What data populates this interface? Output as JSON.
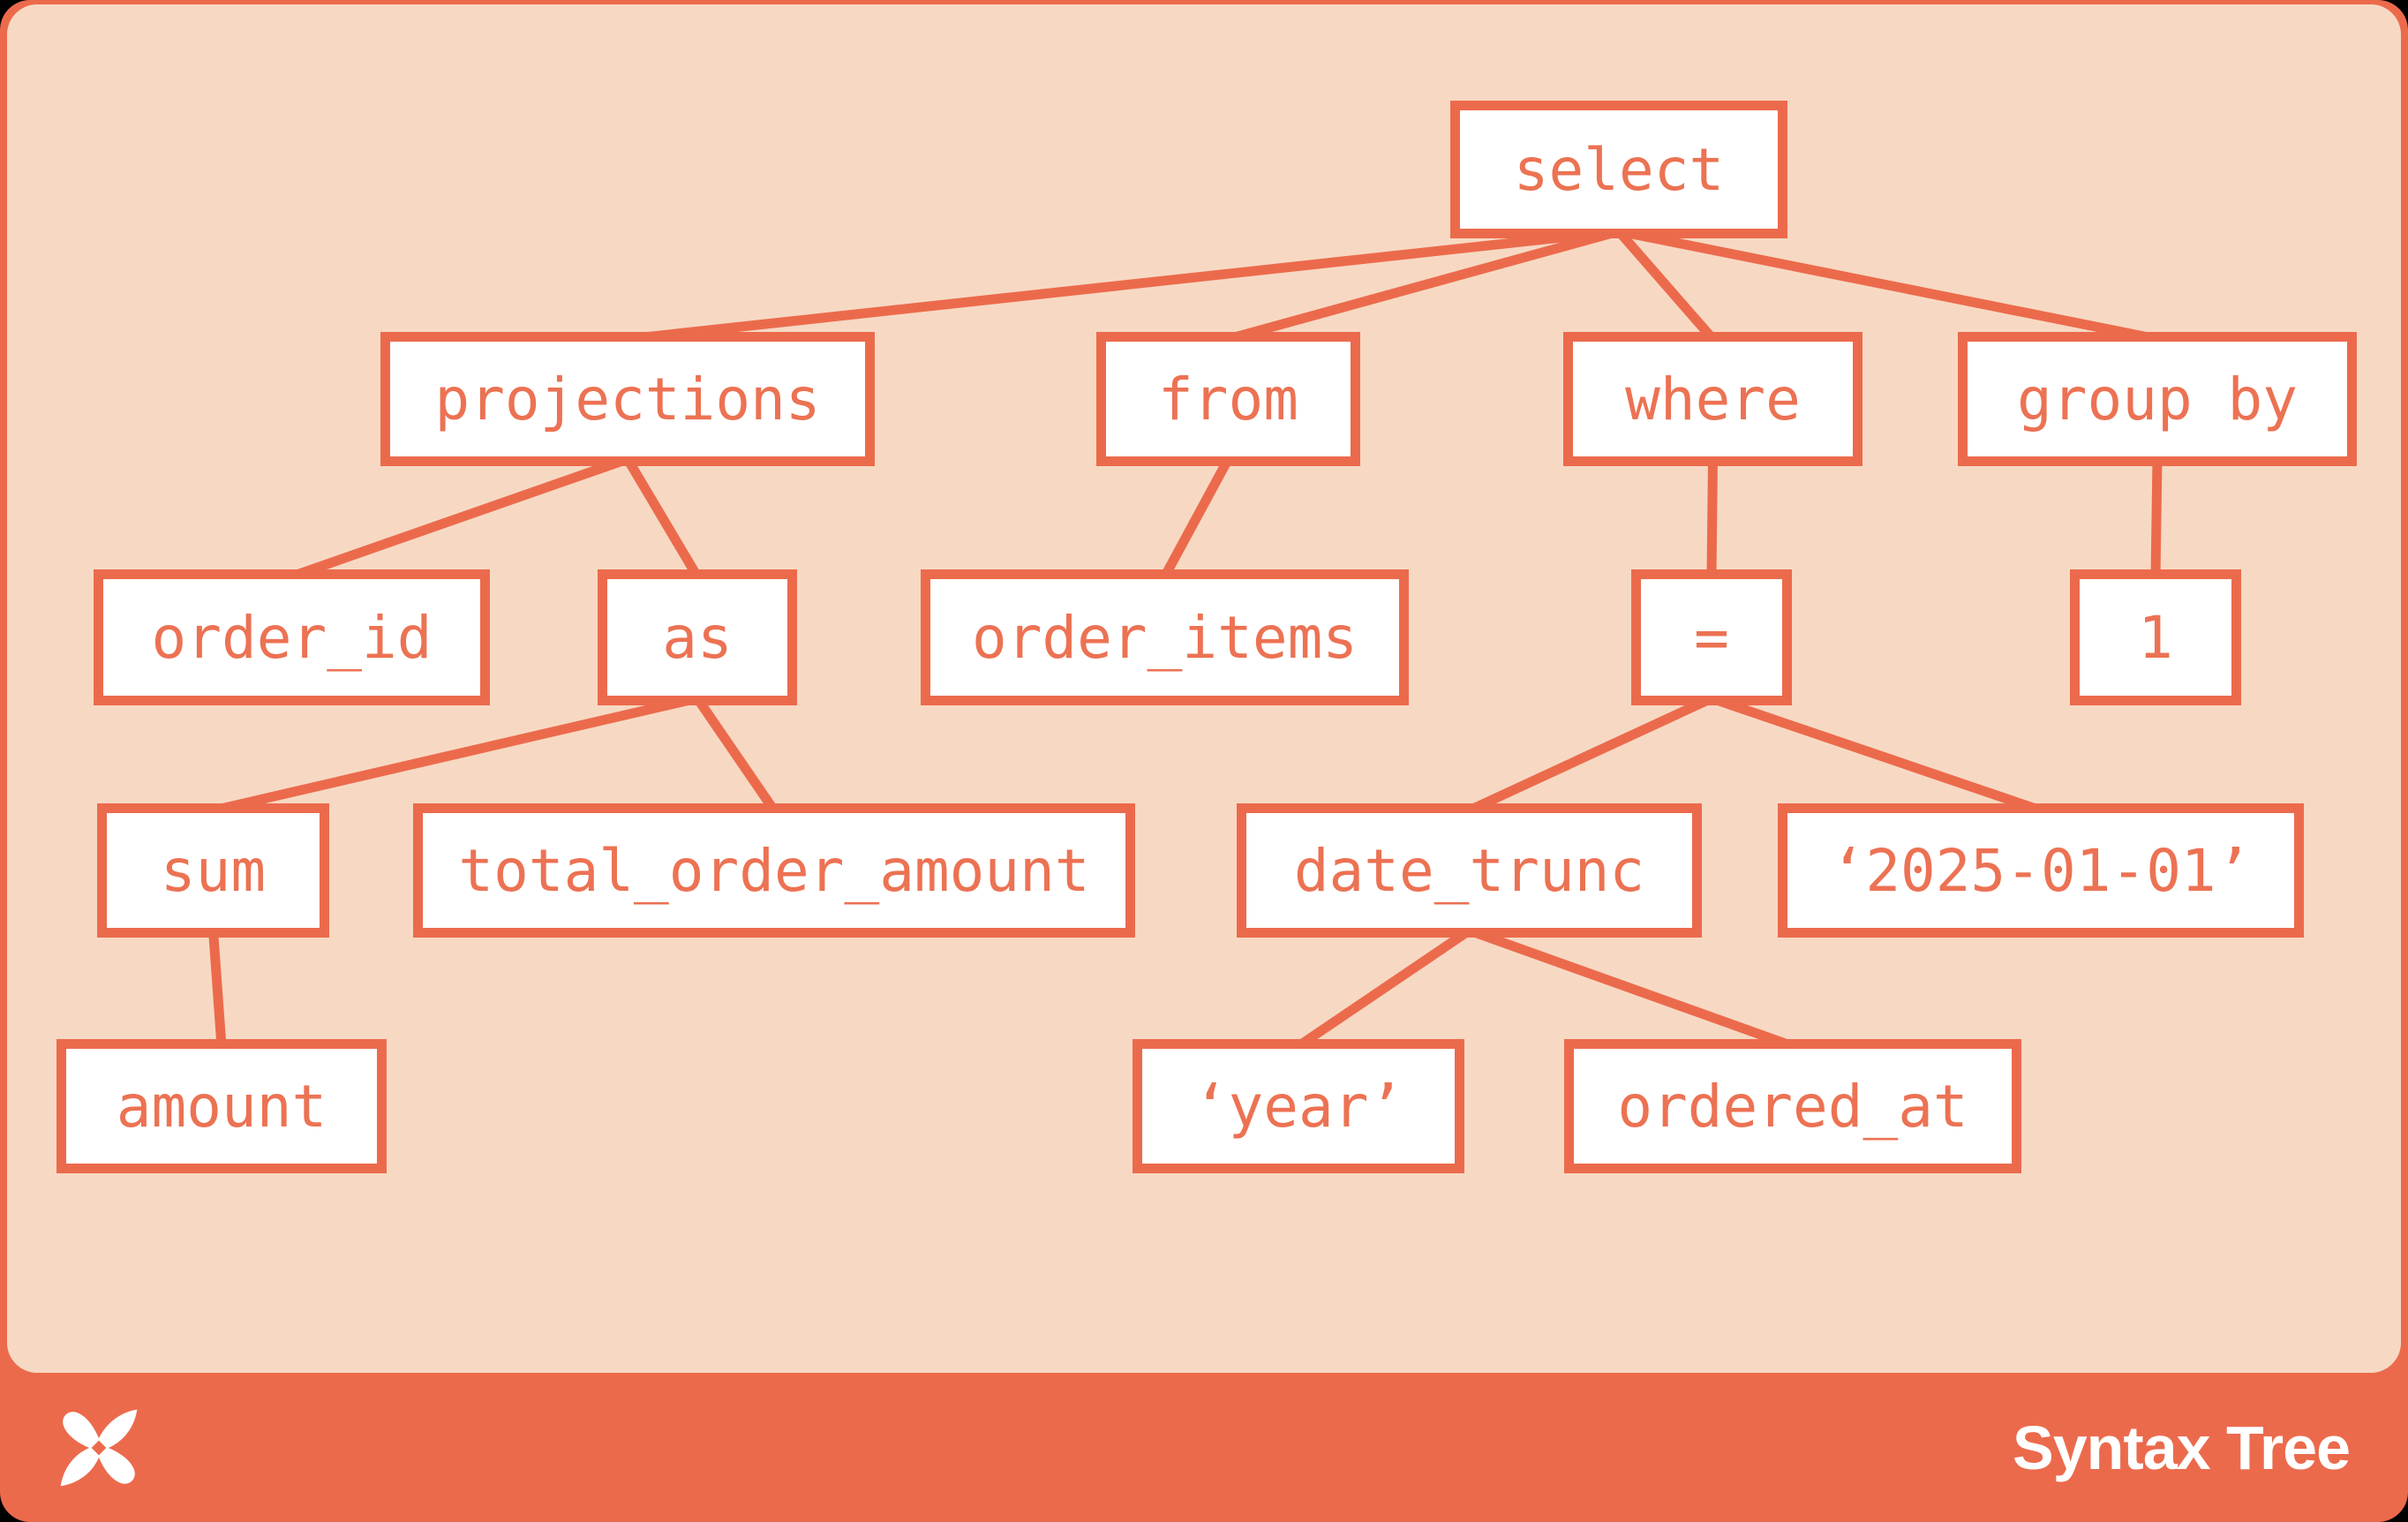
{
  "theme": {
    "outer_background": "#000000",
    "accent": "#EC6A4C",
    "canvas_background": "#F7D9C3",
    "node_background": "#FFFFFF",
    "node_text_color": "#EC7253",
    "footer_text_color": "#FFFFFF"
  },
  "footer": {
    "title": "Syntax Tree",
    "logo": "dbt-pinwheel-logo"
  },
  "tree": {
    "id": "select",
    "label": "select",
    "children": [
      {
        "id": "projections",
        "label": "projections",
        "children": [
          {
            "id": "order_id",
            "label": "order_id",
            "children": []
          },
          {
            "id": "as",
            "label": "as",
            "children": [
              {
                "id": "sum",
                "label": "sum",
                "children": [
                  {
                    "id": "amount",
                    "label": "amount",
                    "children": []
                  }
                ]
              },
              {
                "id": "total_order_amount",
                "label": "total_order_amount",
                "children": []
              }
            ]
          }
        ]
      },
      {
        "id": "from",
        "label": "from",
        "children": [
          {
            "id": "order_items",
            "label": "order_items",
            "children": []
          }
        ]
      },
      {
        "id": "where",
        "label": "where",
        "children": [
          {
            "id": "eq",
            "label": "=",
            "children": [
              {
                "id": "date_trunc",
                "label": "date_trunc",
                "children": [
                  {
                    "id": "year_literal",
                    "label": "‘year’",
                    "children": []
                  },
                  {
                    "id": "ordered_at",
                    "label": "ordered_at",
                    "children": []
                  }
                ]
              },
              {
                "id": "date_literal",
                "label": "‘2025-01-01’",
                "children": []
              }
            ]
          }
        ]
      },
      {
        "id": "group_by",
        "label": "group by",
        "children": [
          {
            "id": "one",
            "label": "1",
            "children": []
          }
        ]
      }
    ]
  }
}
